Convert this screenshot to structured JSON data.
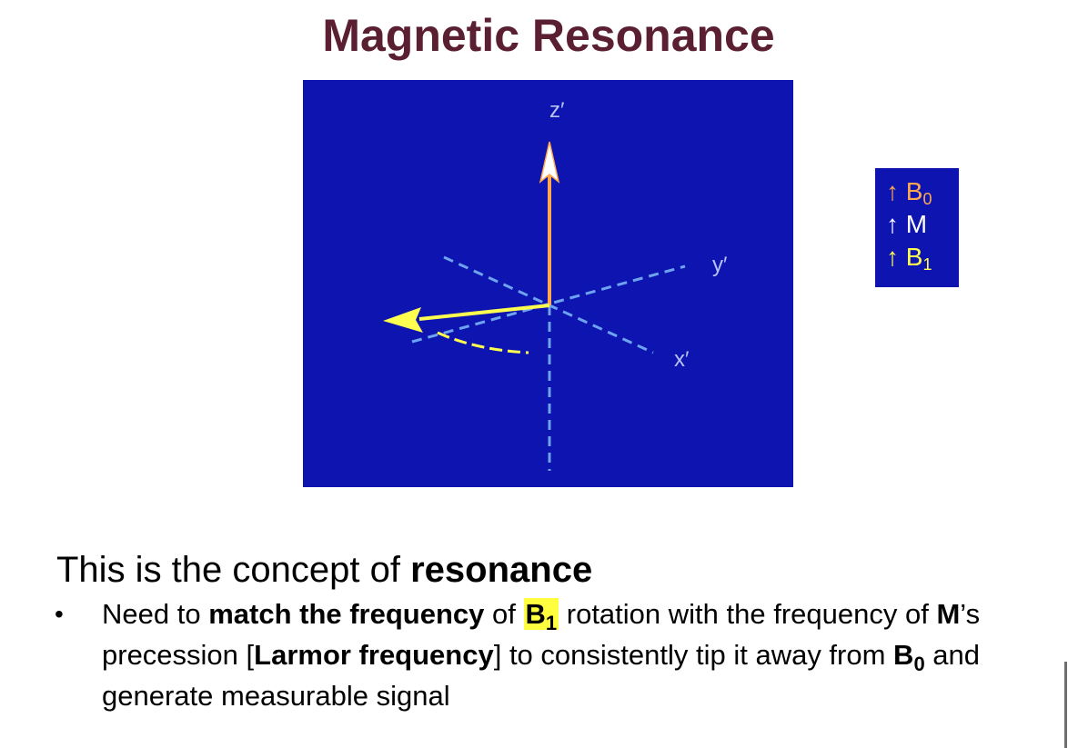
{
  "slide": {
    "title": "Magnetic Resonance",
    "colors": {
      "title": "#5b1f32",
      "figure_background": "#0d14b0",
      "b0": "#ffa850",
      "m": "#ffffff",
      "b1": "#ffff50",
      "axes": "#6ea3f0",
      "highlight": "#ffff40"
    }
  },
  "diagram": {
    "axis_labels": {
      "z": "z′",
      "y": "y′",
      "x": "x′"
    }
  },
  "legend": {
    "items": [
      {
        "arrow": "↑",
        "symbol": "B",
        "sub": "0",
        "color": "#ffa850"
      },
      {
        "arrow": "↑",
        "symbol": "M",
        "sub": "",
        "color": "#ffffff"
      },
      {
        "arrow": "↑",
        "symbol": "B",
        "sub": "1",
        "color": "#ffff50"
      }
    ]
  },
  "body": {
    "heading_plain": "This is the concept of ",
    "heading_bold": "resonance",
    "bullet": {
      "marker": "•",
      "p1": "Need to ",
      "b1": "match the frequency",
      "p2": " of ",
      "hl_symbol": "B",
      "hl_sub": "1",
      "p3": " rotation with the frequency of ",
      "b2": "M",
      "p4": "’s precession [",
      "b3": "Larmor frequency",
      "p5": "] to consistently tip it away from ",
      "b4_symbol": "B",
      "b4_sub": "0",
      "p6": " and generate measurable signal"
    }
  }
}
